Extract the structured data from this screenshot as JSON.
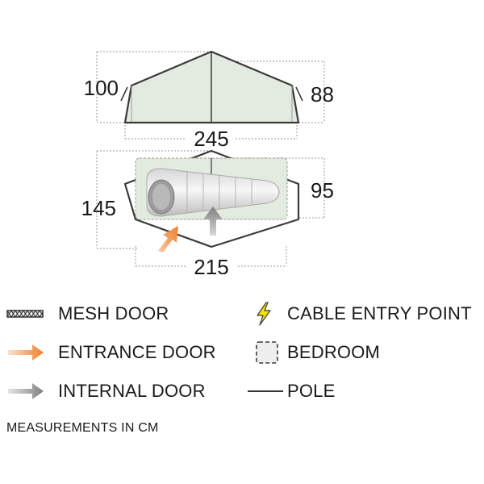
{
  "dimensions": {
    "top_view": {
      "height_left": "100",
      "height_right": "88",
      "length": "245"
    },
    "floor_plan": {
      "width_left": "145",
      "width_right": "95",
      "length": "215"
    }
  },
  "legend": {
    "mesh_door": "MESH DOOR",
    "cable_entry_point": "CABLE ENTRY POINT",
    "entrance_door": "ENTRANCE DOOR",
    "bedroom": "BEDROOM",
    "internal_door": "INTERNAL DOOR",
    "pole": "POLE"
  },
  "footnote": "MEASUREMENTS IN CM",
  "colors": {
    "tent_fill": "#e3ebe0",
    "outline": "#3a3a3a",
    "guide_lines": "#9a9a9a",
    "entrance_arrow": "#f08a3c",
    "internal_arrow": "#8f8f8f",
    "cable_bolt": "#f2e600"
  }
}
